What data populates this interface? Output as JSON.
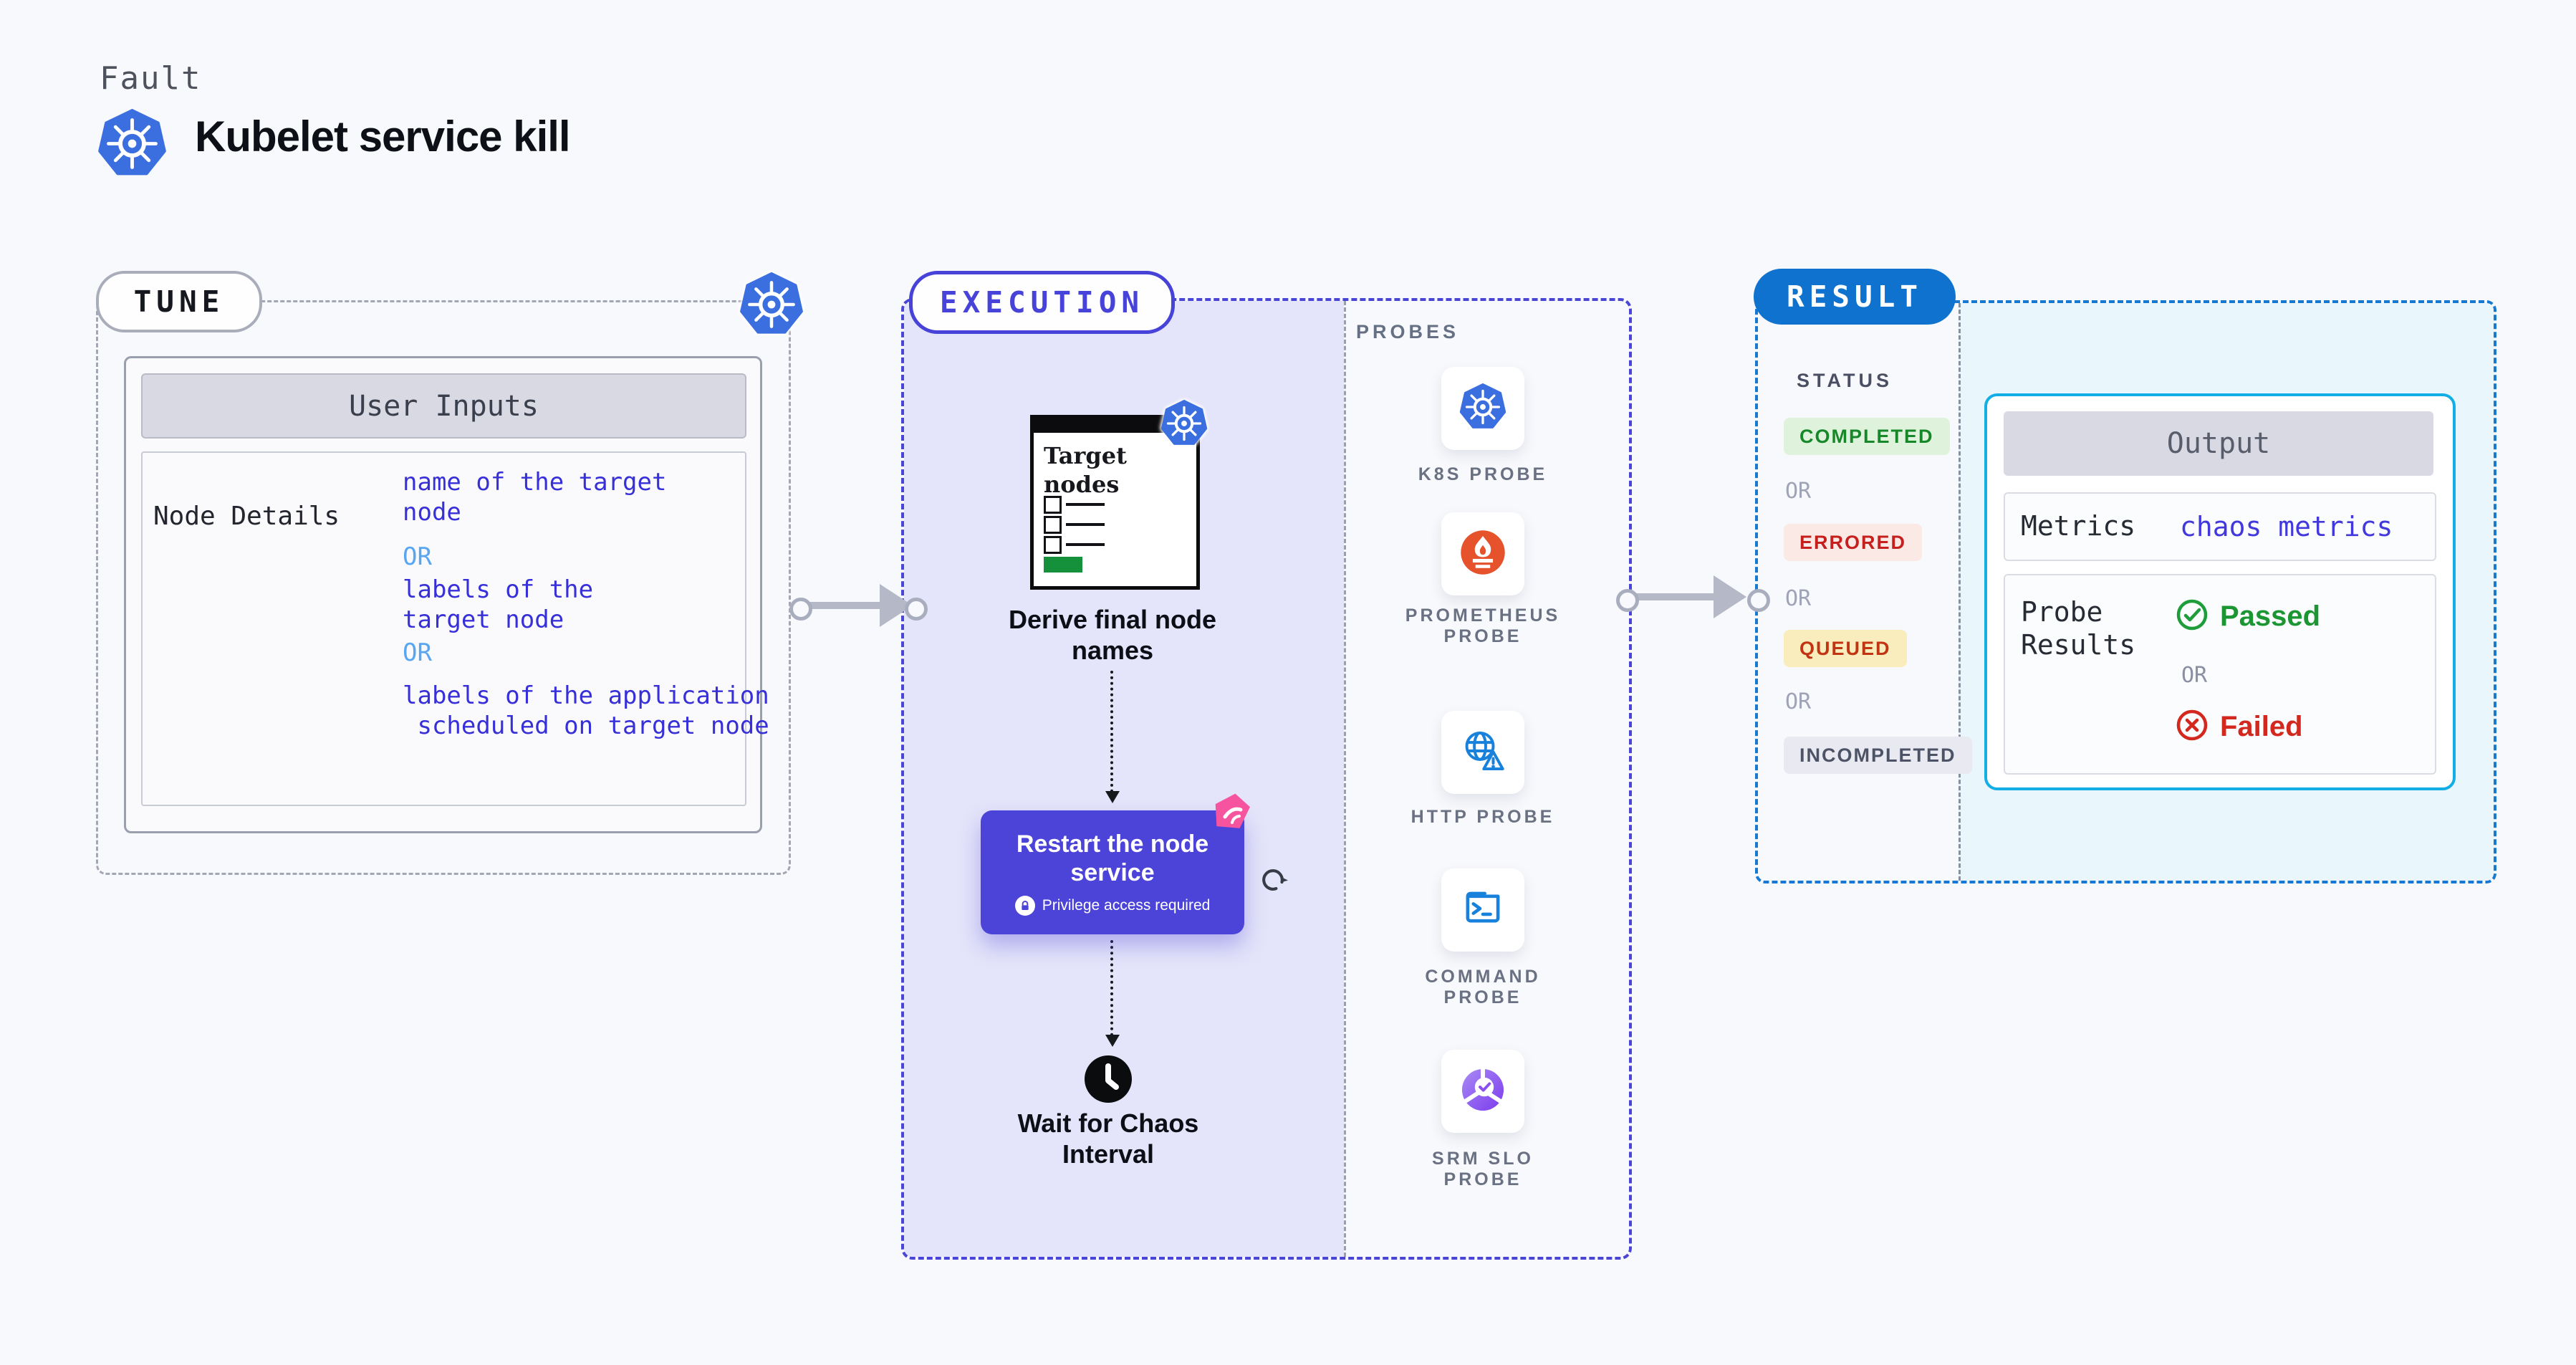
{
  "header": {
    "kicker": "Fault",
    "title": "Kubelet service kill"
  },
  "shared": {
    "or": "OR"
  },
  "tune": {
    "badge": "TUNE",
    "inputs_header": "User Inputs",
    "row_label": "Node Details",
    "value_lines": [
      "name of the target",
      "node",
      "OR",
      "labels of the",
      "target node",
      "OR",
      "labels of the application",
      " scheduled on target node"
    ]
  },
  "execution": {
    "badge": "EXECUTION",
    "probes_header": "PROBES",
    "target_nodes": {
      "title_lines": [
        "Target",
        "nodes"
      ]
    },
    "derive_lines": [
      "Derive final node",
      "names"
    ],
    "restart": {
      "title_lines": [
        "Restart the node",
        "service"
      ],
      "note": "Privilege access required"
    },
    "wait_lines": [
      "Wait for Chaos",
      "Interval"
    ],
    "probes": [
      {
        "icon": "k8s-icon",
        "label_lines": [
          "K8S PROBE"
        ]
      },
      {
        "icon": "prometheus-icon",
        "label_lines": [
          "PROMETHEUS",
          "PROBE"
        ]
      },
      {
        "icon": "http-icon",
        "label_lines": [
          "HTTP PROBE"
        ]
      },
      {
        "icon": "command-icon",
        "label_lines": [
          "COMMAND",
          "PROBE"
        ]
      },
      {
        "icon": "srm-slo-icon",
        "label_lines": [
          "SRM SLO",
          "PROBE"
        ]
      }
    ]
  },
  "result": {
    "badge": "RESULT",
    "status_header": "STATUS",
    "statuses": [
      {
        "label": "COMPLETED",
        "bg": "#DFF3DC",
        "color": "#17882A"
      },
      {
        "label": "ERRORED",
        "bg": "#FBE9E6",
        "color": "#C6201E"
      },
      {
        "label": "QUEUED",
        "bg": "#FAEDBD",
        "color": "#C23312"
      },
      {
        "label": "INCOMPLETED",
        "bg": "#E9E9F1",
        "color": "#4D5366"
      }
    ],
    "output": {
      "header": "Output",
      "metrics_label": "Metrics",
      "metrics_value": "chaos metrics",
      "probe_results_lines": [
        "Probe",
        "Results"
      ],
      "passed": "Passed",
      "failed": "Failed"
    }
  },
  "colors": {
    "background": "#F8F9FC",
    "indigo_accent": "#4742D8",
    "lavender_fill": "#E4E4FA",
    "restart_card": "#4C44D8",
    "result_blue": "#0E72CE",
    "cyan_border": "#14AEE6",
    "cyan_fill": "#E9F6FC",
    "kubernetes_blue": "#3B6FE0",
    "prometheus_orange": "#E6522C",
    "pink_chaos": "#F7549F",
    "passed_green": "#1B9632",
    "failed_red": "#D2281E",
    "blue_value_text": "#3730D8",
    "light_blue_or": "#58A6F1"
  }
}
